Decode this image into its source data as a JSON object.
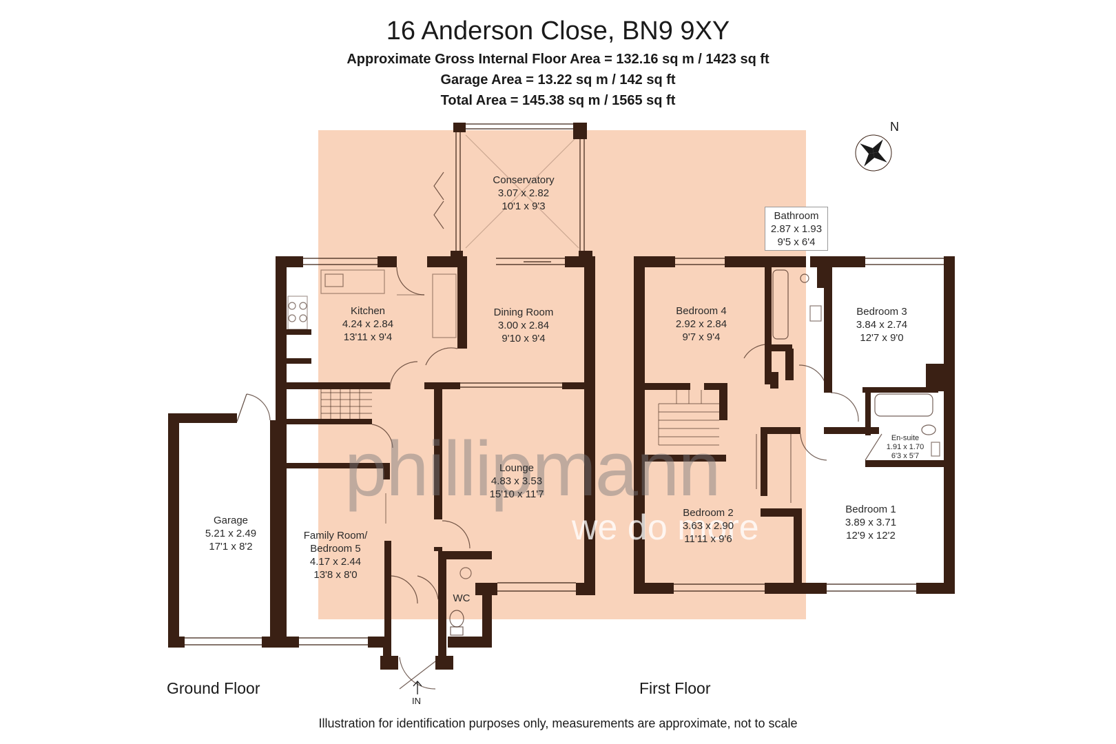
{
  "header": {
    "title": "16 Anderson Close, BN9 9XY",
    "line1": "Approximate Gross Internal Floor Area = 132.16 sq m / 1423 sq ft",
    "line2": "Garage Area = 13.22 sq m / 142 sq ft",
    "line3": "Total Area = 145.38 sq m / 1565 sq ft"
  },
  "floors": {
    "ground": "Ground Floor",
    "first": "First Floor"
  },
  "rooms": {
    "conservatory": {
      "name": "Conservatory",
      "metric": "3.07 x 2.82",
      "imperial": "10'1 x 9'3"
    },
    "kitchen": {
      "name": "Kitchen",
      "metric": "4.24 x 2.84",
      "imperial": "13'11 x 9'4"
    },
    "dining": {
      "name": "Dining Room",
      "metric": "3.00 x 2.84",
      "imperial": "9'10 x 9'4"
    },
    "lounge": {
      "name": "Lounge",
      "metric": "4.83 x 3.53",
      "imperial": "15'10 x 11'7"
    },
    "garage": {
      "name": "Garage",
      "metric": "5.21 x 2.49",
      "imperial": "17'1 x 8'2"
    },
    "family": {
      "name1": "Family Room/",
      "name2": "Bedroom 5",
      "metric": "4.17 x 2.44",
      "imperial": "13'8 x 8'0"
    },
    "wc": {
      "name": "WC"
    },
    "bathroom": {
      "name": "Bathroom",
      "metric": "2.87 x 1.93",
      "imperial": "9'5 x 6'4"
    },
    "bedroom4": {
      "name": "Bedroom 4",
      "metric": "2.92 x 2.84",
      "imperial": "9'7 x 9'4"
    },
    "bedroom3": {
      "name": "Bedroom 3",
      "metric": "3.84 x 2.74",
      "imperial": "12'7 x 9'0"
    },
    "ensuite": {
      "name": "En-suite",
      "metric": "1.91 x 1.70",
      "imperial": "6'3 x 5'7"
    },
    "bedroom2": {
      "name": "Bedroom 2",
      "metric": "3.63 x 2.90",
      "imperial": "11'11 x 9'6"
    },
    "bedroom1": {
      "name": "Bedroom 1",
      "metric": "3.89 x 3.71",
      "imperial": "12'9 x 12'2"
    }
  },
  "compass": {
    "label": "N"
  },
  "entrance": {
    "label": "IN"
  },
  "watermark": {
    "brand": "phillipmann",
    "tagline": "we do more"
  },
  "disclaimer": "Illustration for identification purposes only, measurements are approximate, not to scale",
  "colors": {
    "wall": "#3a2014",
    "highlight": "#f9d3bb",
    "window": "#ffffff"
  }
}
